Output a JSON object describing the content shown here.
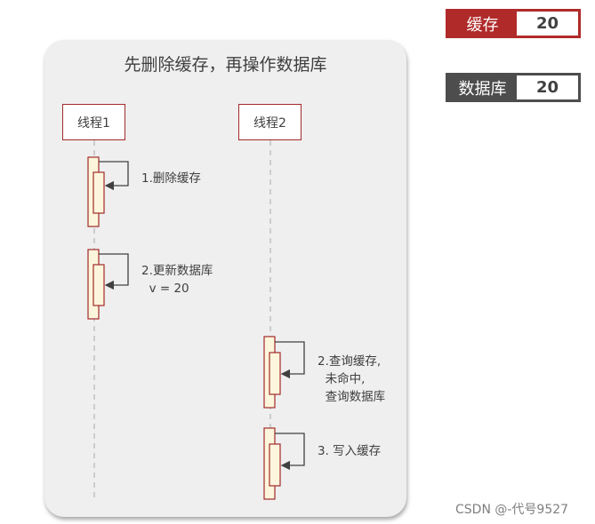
{
  "diagram": {
    "title": "先删除缓存，再操作数据库",
    "actors": [
      {
        "label": "线程1"
      },
      {
        "label": "线程2"
      }
    ],
    "steps": [
      {
        "label": "1.删除缓存"
      },
      {
        "label": "2.更新数据库\n  v = 20"
      },
      {
        "label": "2.查询缓存,\n  未命中,\n  查询数据库"
      },
      {
        "label": "3. 写入缓存"
      }
    ]
  },
  "legend": {
    "cache": {
      "label": "缓存",
      "value": "20"
    },
    "database": {
      "label": "数据库",
      "value": "20"
    }
  },
  "watermark": "CSDN @-代号9527",
  "colors": {
    "actor_border": "#a22a2a",
    "activation_fill": "#fdf6dc",
    "cache_label_bg": "#b02a2a",
    "database_label_bg": "#4d4d4d"
  }
}
